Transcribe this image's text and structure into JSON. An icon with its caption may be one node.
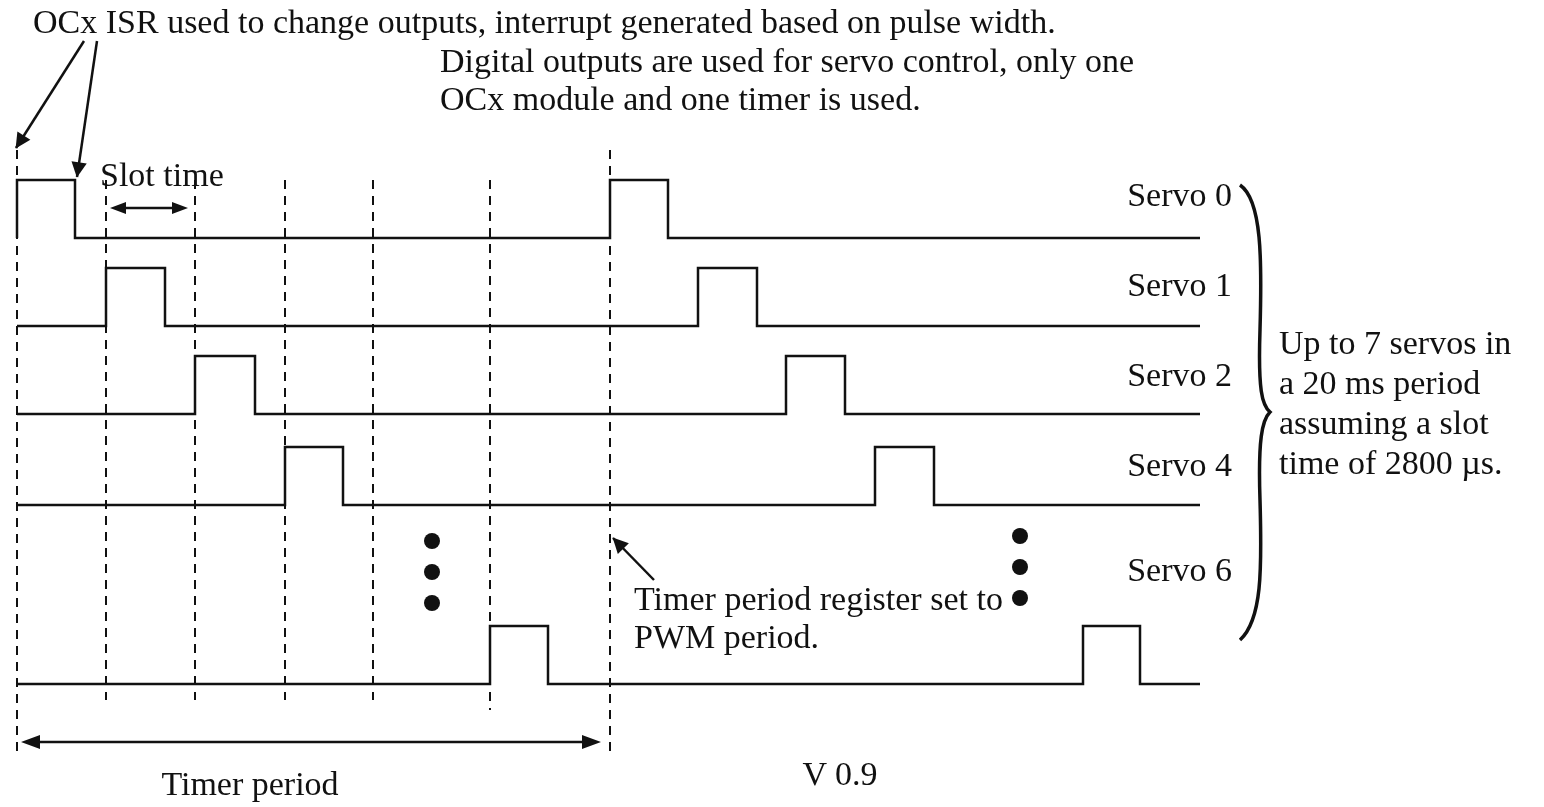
{
  "diagram": {
    "nodes": [
      {
        "text": [
          "OCx ISR used  to change outputs, interrupt generated based on pulse width."
        ]
      },
      {
        "text": [
          "Timer period register set to PWM period."
        ]
      },
      {
        "text": [],
        "shape": "line"
      },
      {
        "text": [],
        "shape": "waveform"
      },
      {
        "text": [],
        "shape": "line"
      }
    ],
    "edges": [
      {
        "from": 0,
        "to": 2,
        "arrow": "to"
      },
      {
        "from": 0,
        "to": 3,
        "arrow": "to"
      },
      {
        "from": 1,
        "to": 4,
        "arrow": "to"
      }
    ],
    "labels": [
      "Digital outputs are used for servo control, only one OCx module and one timer is used.",
      "Slot time",
      "Servo 0",
      "Servo 1",
      "Servo 2",
      "Servo 4",
      "Servo 6",
      "Up to 7 servos in a 20 ms period assuming a slot time of 2800 µs.",
      "Timer period",
      "V 0.9"
    ]
  }
}
